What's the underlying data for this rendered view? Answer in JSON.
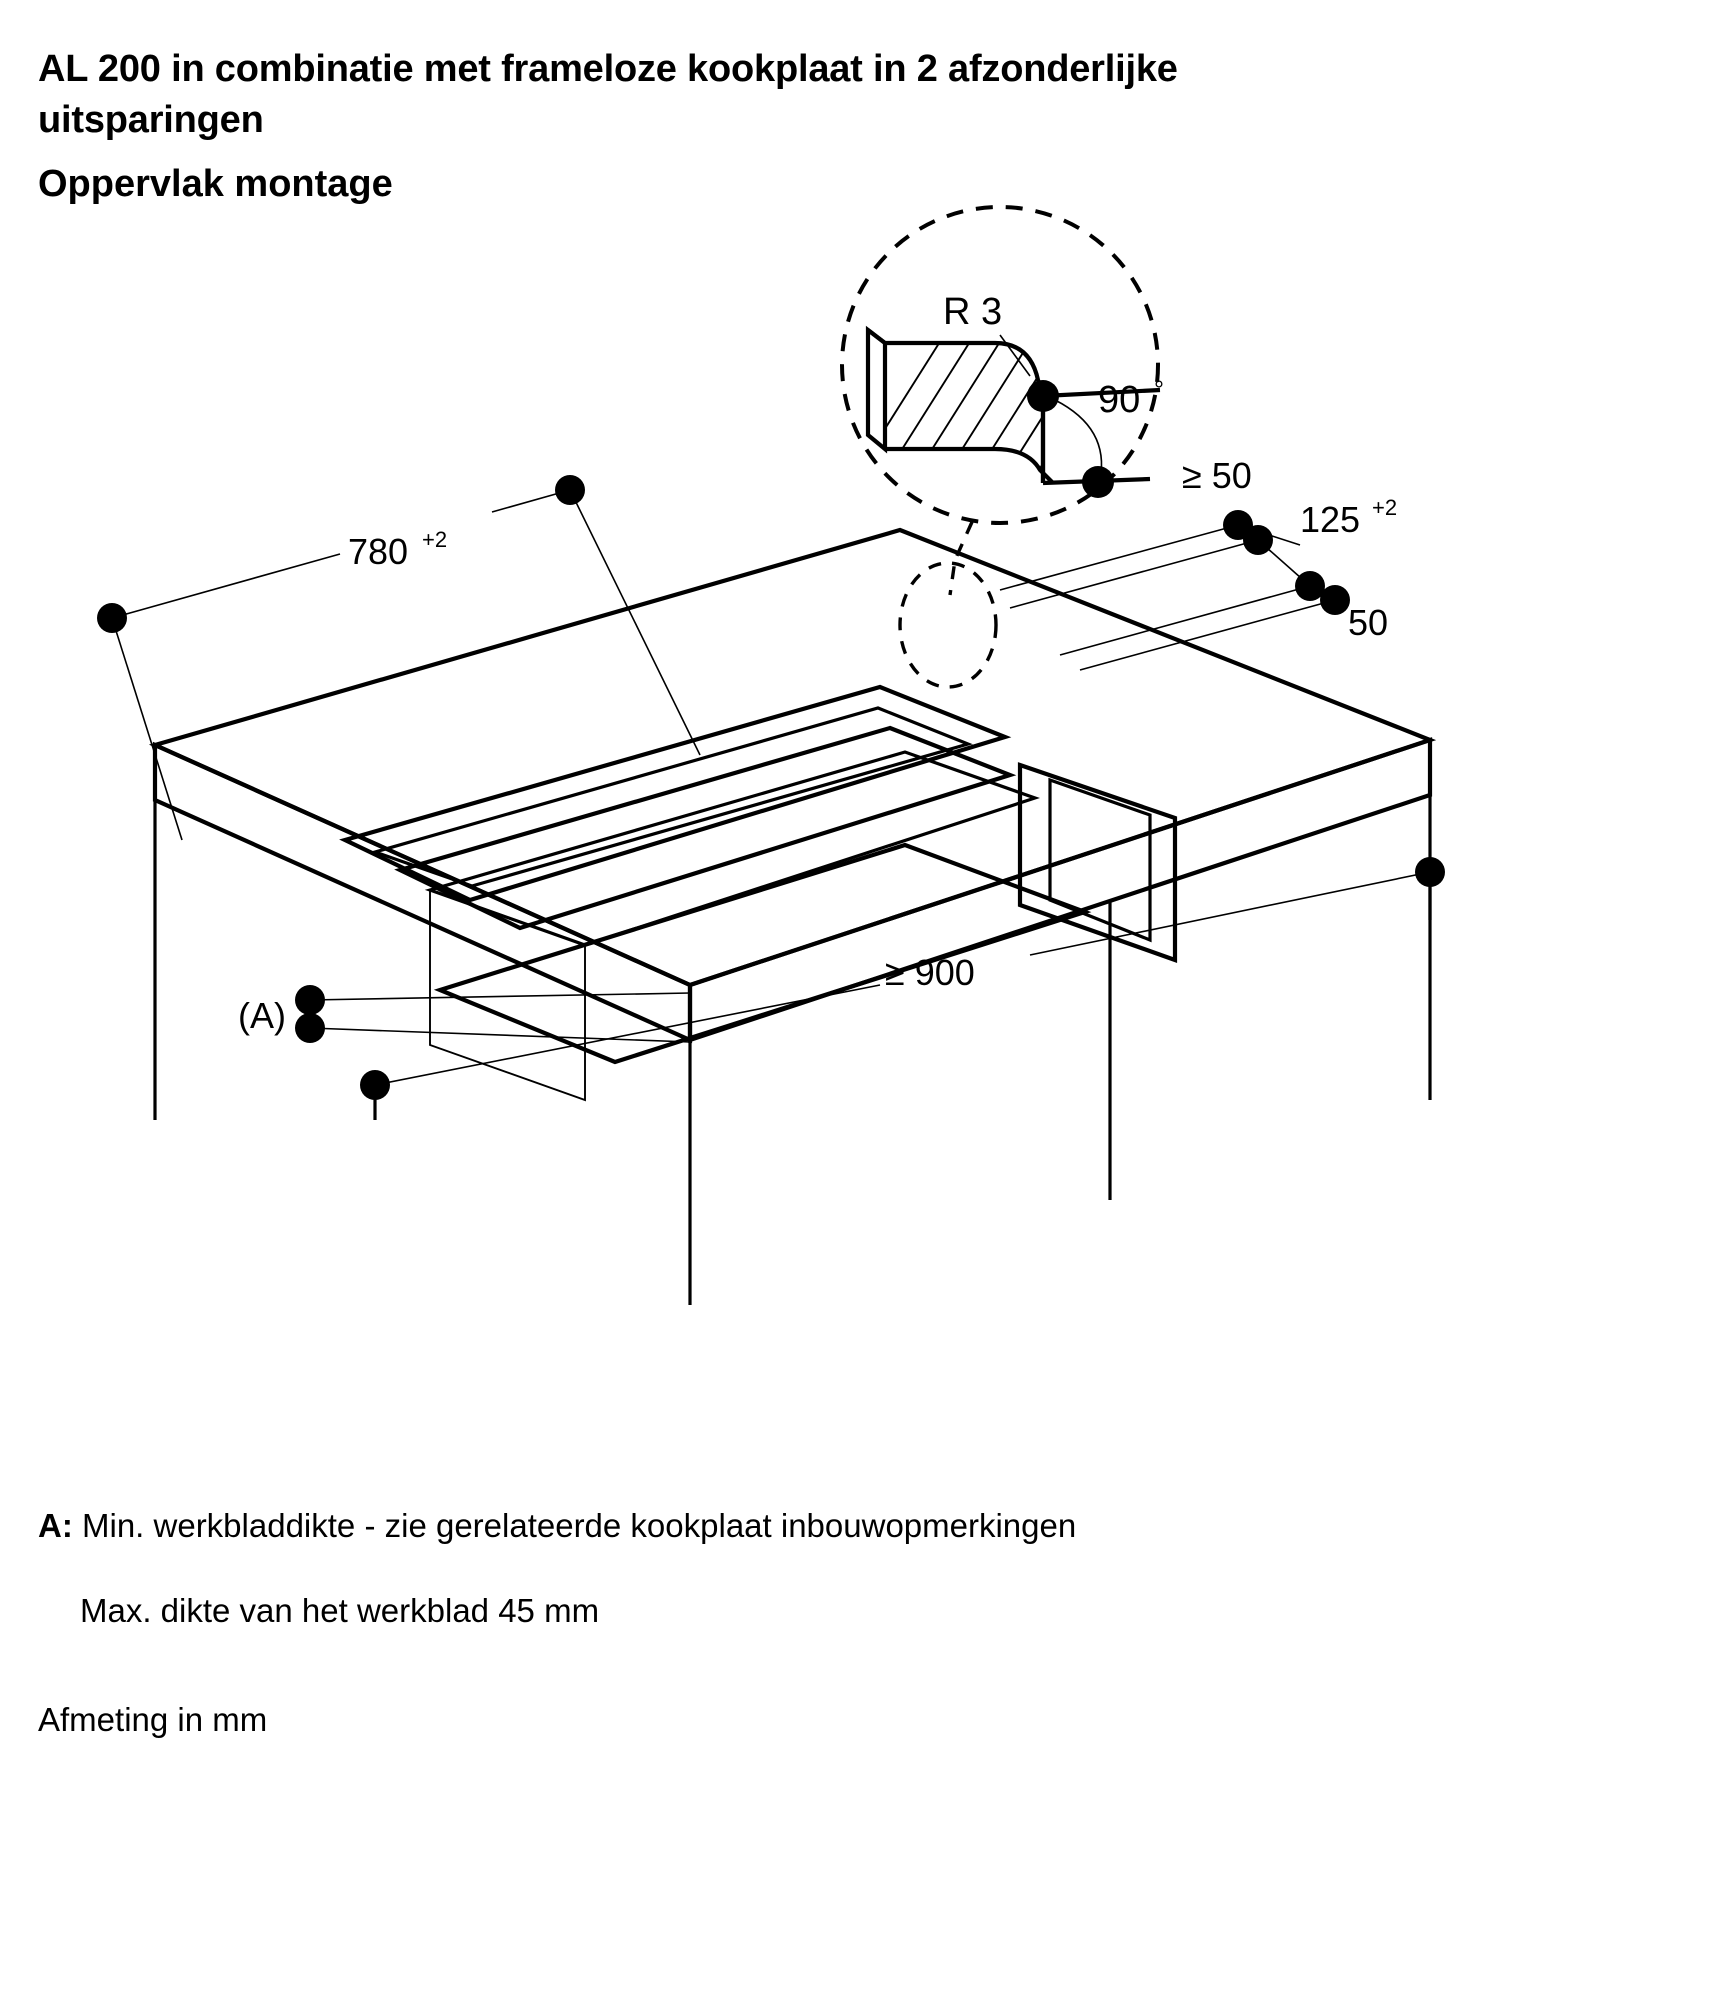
{
  "document": {
    "title_line1": "AL 200 in combinatie met frameloze kookplaat in 2 afzonderlijke",
    "title_line2": "uitsparingen",
    "subtitle": "Oppervlak montage"
  },
  "detail_callout": {
    "radius_label": "R 3",
    "angle_label": "90",
    "angle_unit": "°"
  },
  "dimensions": {
    "width_cutout": "780",
    "width_cutout_tolerance": "+2",
    "min_edge_top": "≥ 50",
    "depth_cutout": "125",
    "depth_cutout_tolerance": "+2",
    "edge_rear": "50",
    "min_worktop_width": "≥ 900",
    "thickness_marker": "(A)"
  },
  "notes": {
    "a_label": "A:",
    "a_text": "Min. werkbladdikte - zie gerelateerde kookplaat inbouwopmerkingen",
    "max_thickness": "Max. dikte van het werkblad 45 mm",
    "unit_note": "Afmeting in mm"
  },
  "colors": {
    "ink": "#000000",
    "paper": "#ffffff"
  }
}
